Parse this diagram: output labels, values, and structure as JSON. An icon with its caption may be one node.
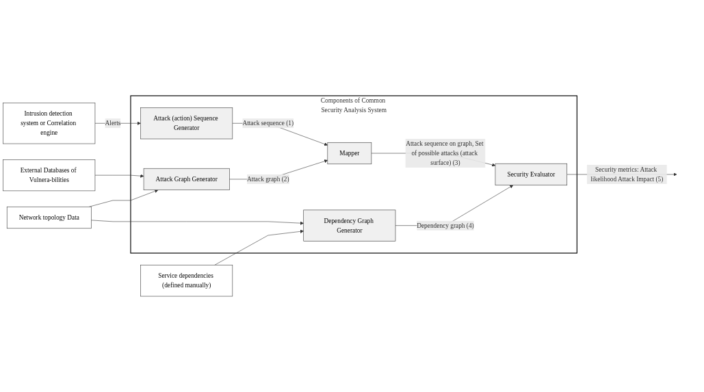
{
  "diagram": {
    "nodes": [
      {
        "text": [
          "Components of Common Security Analysis System"
        ]
      },
      {
        "text": [
          "Intrusion detection system or Correlation engine"
        ]
      },
      {
        "text": [
          "External Databases of Vulnera-bilities"
        ]
      },
      {
        "text": [
          "Attack (action) Sequence Generator"
        ],
        "in": 0
      },
      {
        "text": [
          "Attack Graph Generator"
        ],
        "in": 0
      },
      {
        "text": [
          "Mapper"
        ],
        "in": 0
      },
      {
        "text": [
          "Security Evaluator"
        ],
        "in": 0
      },
      {
        "text": [
          "Dependency Graph Generator"
        ],
        "in": 0
      },
      {
        "text": [
          "Network topology Data"
        ]
      },
      {
        "text": [
          "Service dependencies (defined manually)"
        ]
      }
    ],
    "edges": [
      {
        "from": 1,
        "to": 3,
        "arrow": "to",
        "label": "Alerts"
      },
      {
        "from": 2,
        "to": 4,
        "arrow": "to"
      },
      {
        "from": 3,
        "to": 5,
        "arrow": "to",
        "label": "Attack sequence (1)"
      },
      {
        "from": 4,
        "to": 5,
        "arrow": "to",
        "label": "Attack graph (2)"
      },
      {
        "from": 5,
        "to": 6,
        "arrow": "to",
        "label": "Attack sequence on graph, Set of possible attacks (attack surface) (3)"
      },
      {
        "from": 6,
        "to": null,
        "arrow": "to",
        "label": "Security metrics: Attack likelihood Attack Impact (5)"
      },
      {
        "from": 7,
        "to": 6,
        "arrow": "to",
        "label": "Dependency graph (4)"
      },
      {
        "from": 8,
        "to": 4,
        "arrow": "to"
      },
      {
        "from": 8,
        "to": 7,
        "arrow": "to"
      },
      {
        "from": 9,
        "to": 7,
        "arrow": "to"
      }
    ]
  }
}
